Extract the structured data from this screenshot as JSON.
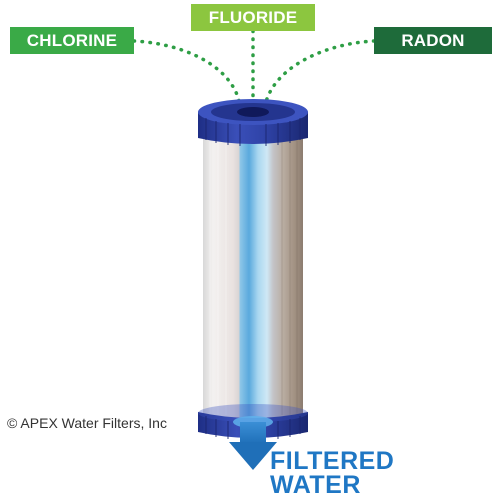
{
  "labels": {
    "chlorine": "CHLORINE",
    "fluoride": "FLUORIDE",
    "radon": "RADON"
  },
  "colors": {
    "chlorine_bg": "#3aaa47",
    "fluoride_bg": "#8cc63f",
    "radon_bg": "#1e6b3a",
    "dots": "#2e9e45",
    "cap_blue": "#2c3f9e",
    "water_blue": "#1f77c4",
    "filtered_text": "#1f77c4"
  },
  "copyright": "© APEX Water Filters, Inc",
  "output": {
    "line1": "FILTERED",
    "line2": "WATER"
  },
  "icons": {
    "filter": "water-filter-cartridge-icon",
    "arrow": "down-arrow-icon"
  }
}
